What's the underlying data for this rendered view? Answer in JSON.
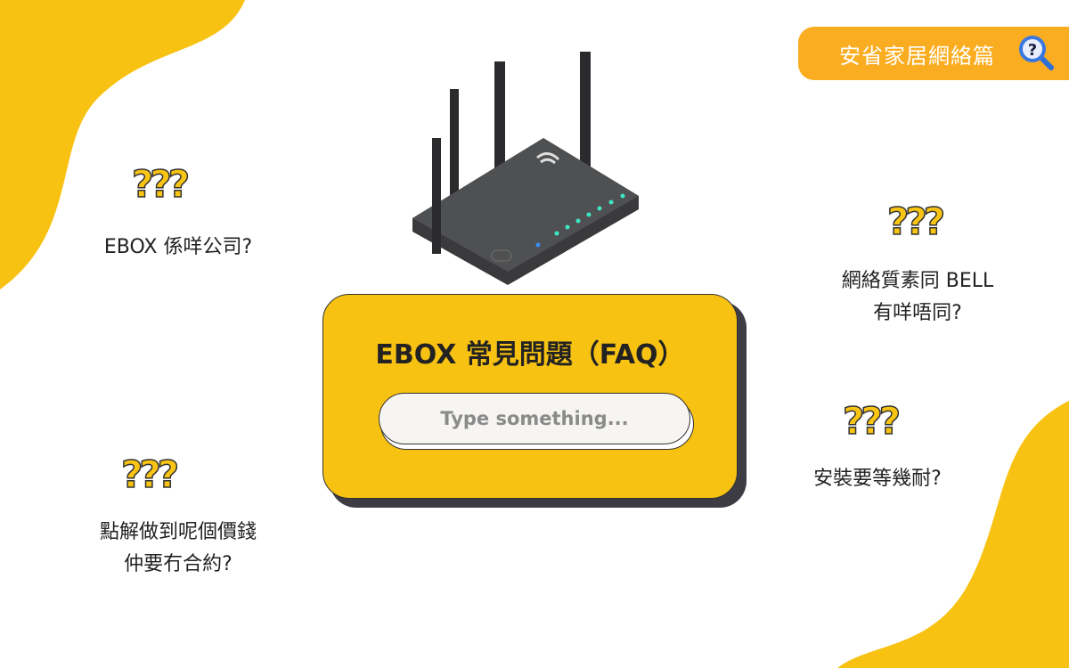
{
  "banner": {
    "label": "安省家居網絡篇",
    "icon": "magnifier-question-icon"
  },
  "faq_card": {
    "title": "EBOX 常見問題（FAQ）",
    "search_placeholder": "Type something..."
  },
  "questions": [
    {
      "mark": "???",
      "text": "EBOX 係咩公司?"
    },
    {
      "mark": "???",
      "line1": "網絡質素同 BELL",
      "line2": "有咩唔同?"
    },
    {
      "mark": "???",
      "line1": "點解做到呢個價錢",
      "line2": "仲要冇合約?"
    },
    {
      "mark": "???",
      "text": "安裝要等幾耐?"
    }
  ],
  "colors": {
    "yellow": "#F8C213",
    "orange": "#FBAD22",
    "dark": "#3d3c44"
  }
}
